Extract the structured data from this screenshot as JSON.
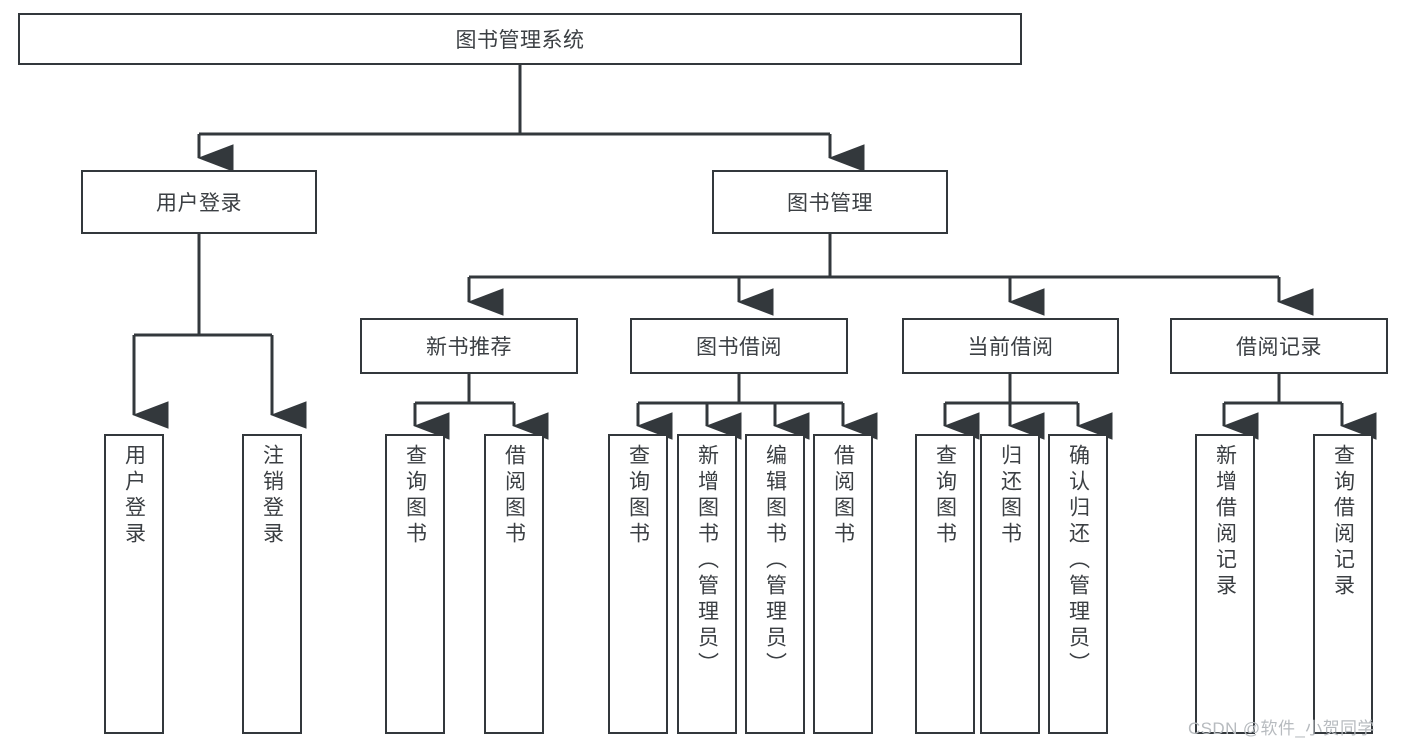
{
  "diagram": {
    "title_text": "图书管理系统",
    "style": {
      "stroke": "#33383c",
      "text_color": "#3b3f43",
      "background": "#ffffff",
      "watermark_color": "#b7bbbf"
    },
    "root": {
      "label": "图书管理系统"
    },
    "level1": [
      {
        "label": "用户登录"
      },
      {
        "label": "图书管理"
      }
    ],
    "level2": [
      {
        "label": "新书推荐"
      },
      {
        "label": "图书借阅"
      },
      {
        "label": "当前借阅"
      },
      {
        "label": "借阅记录"
      }
    ],
    "leaves": {
      "user_login": [
        {
          "label": "用户登录"
        },
        {
          "label": "注销登录"
        }
      ],
      "new_book_recommend": [
        {
          "label": "查询图书"
        },
        {
          "label": "借阅图书"
        }
      ],
      "book_borrow": [
        {
          "label": "查询图书"
        },
        {
          "label": "新增图书（管理员）"
        },
        {
          "label": "编辑图书（管理员）"
        },
        {
          "label": "借阅图书"
        }
      ],
      "current_borrow": [
        {
          "label": "查询图书"
        },
        {
          "label": "归还图书"
        },
        {
          "label": "确认归还（管理员）"
        }
      ],
      "borrow_record": [
        {
          "label": "新增借阅记录"
        },
        {
          "label": "查询借阅记录"
        }
      ]
    },
    "watermark": "CSDN @软件_小贺同学"
  }
}
